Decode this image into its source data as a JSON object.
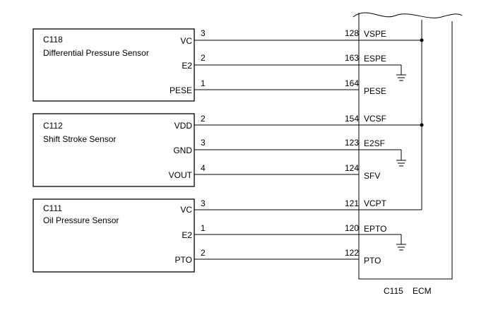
{
  "sensors": [
    {
      "code": "C118",
      "name": "Differential Pressure Sensor",
      "pins": [
        {
          "label": "VC",
          "num": "3",
          "ecm_num": "128",
          "ecm_label": "VSPE"
        },
        {
          "label": "E2",
          "num": "2",
          "ecm_num": "163",
          "ecm_label": "ESPE"
        },
        {
          "label": "PESE",
          "num": "1",
          "ecm_num": "164",
          "ecm_label": "PESE"
        }
      ]
    },
    {
      "code": "C112",
      "name": "Shift Stroke Sensor",
      "pins": [
        {
          "label": "VDD",
          "num": "2",
          "ecm_num": "154",
          "ecm_label": "VCSF"
        },
        {
          "label": "GND",
          "num": "3",
          "ecm_num": "123",
          "ecm_label": "E2SF"
        },
        {
          "label": "VOUT",
          "num": "4",
          "ecm_num": "124",
          "ecm_label": "SFV"
        }
      ]
    },
    {
      "code": "C111",
      "name": "Oil Pressure Sensor",
      "pins": [
        {
          "label": "VC",
          "num": "3",
          "ecm_num": "121",
          "ecm_label": "VCPT"
        },
        {
          "label": "E2",
          "num": "1",
          "ecm_num": "120",
          "ecm_label": "EPTO"
        },
        {
          "label": "PTO",
          "num": "2",
          "ecm_num": "122",
          "ecm_label": "PTO"
        }
      ]
    }
  ],
  "ecm": {
    "code": "C115",
    "name": "ECM"
  }
}
